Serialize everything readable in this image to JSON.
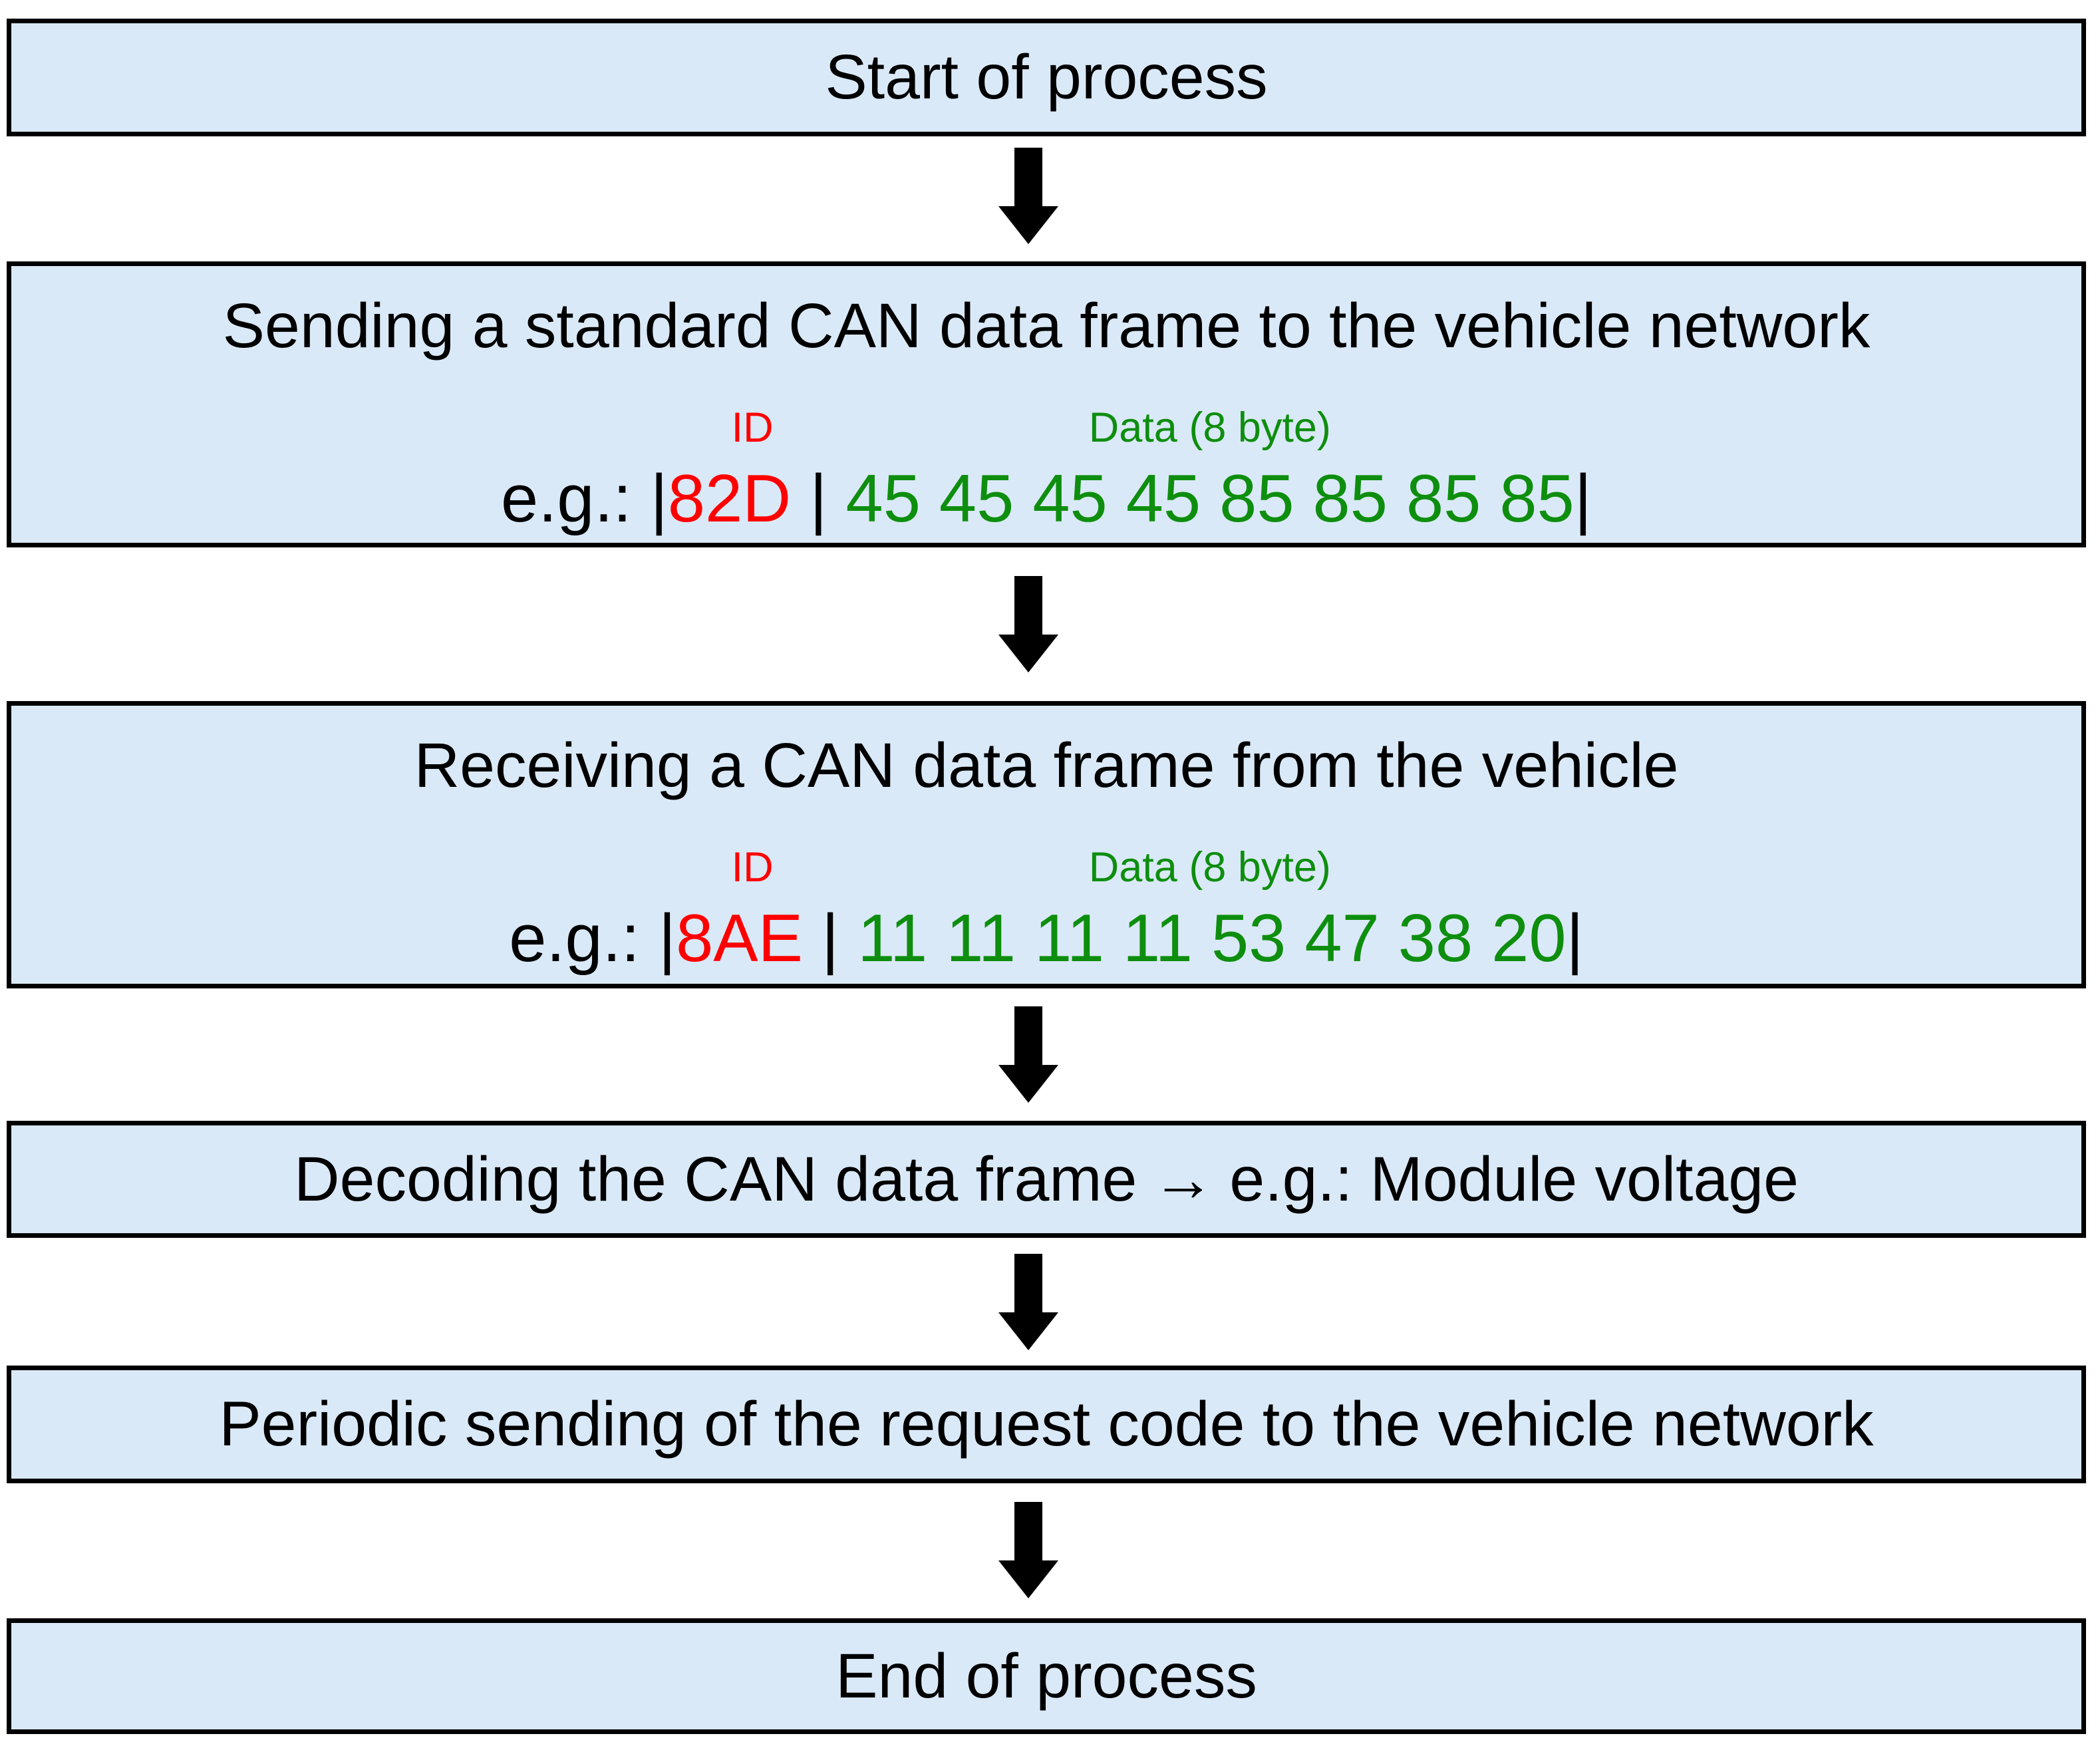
{
  "colors": {
    "box_fill": "#DAE9F7",
    "box_border": "#000000",
    "title_text": "#000000",
    "id_red": "#FF0000",
    "data_green": "#0E8E0E",
    "arrow_black": "#000000"
  },
  "icons": {
    "down_arrow": "thick-black-down-arrow",
    "inline_right_arrow": "→"
  },
  "boxes": {
    "start": {
      "title": "Start of process"
    },
    "sending": {
      "title": "Sending a standard CAN data frame to the vehicle network",
      "id_label": "ID",
      "data_label": "Data (8 byte)",
      "eg_prefix": "e.g.: |",
      "id_value": "82D",
      "separator": " | ",
      "data_value": "45 45 45 45 85 85 85 85",
      "eg_suffix": "|"
    },
    "receiving": {
      "title": "Receiving a CAN data frame from the vehicle",
      "id_label": "ID",
      "data_label": "Data (8 byte)",
      "eg_prefix": "e.g.: |",
      "id_value": "8AE",
      "separator": " | ",
      "data_value": "11 11 11 11 53 47 38 20",
      "eg_suffix": "|"
    },
    "decoding": {
      "title_before_arrow": "Decoding the CAN data frame",
      "arrow_glyph": "→",
      "title_after_arrow": "e.g.: Module voltage"
    },
    "periodic": {
      "title": "Periodic sending of the request code to the vehicle network"
    },
    "end": {
      "title": "End of process"
    }
  }
}
